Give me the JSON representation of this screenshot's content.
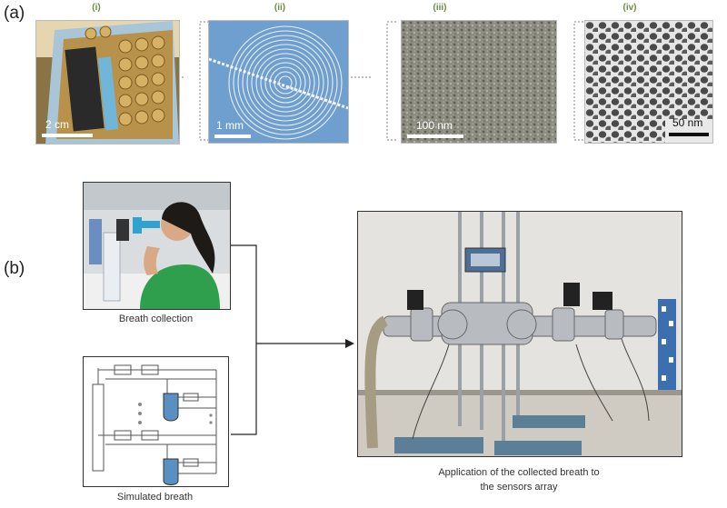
{
  "panel_a": {
    "label": "(a)",
    "subpanels": [
      {
        "numeral": "(i)",
        "scale": "2 cm"
      },
      {
        "numeral": "(ii)",
        "scale": "1 mm"
      },
      {
        "numeral": "(iii)",
        "scale": "100 nm"
      },
      {
        "numeral": "(iv)",
        "scale": "50 nm"
      }
    ]
  },
  "panel_b": {
    "label": "(b)",
    "breath_collection_caption": "Breath collection",
    "simulated_breath_caption": "Simulated breath",
    "application_caption_line1": "Application of the collected breath to",
    "application_caption_line2": "the sensors array"
  },
  "colors": {
    "numeral_green": "#6b8a45",
    "dotted_connector": "#999999",
    "arrow": "#222222"
  }
}
